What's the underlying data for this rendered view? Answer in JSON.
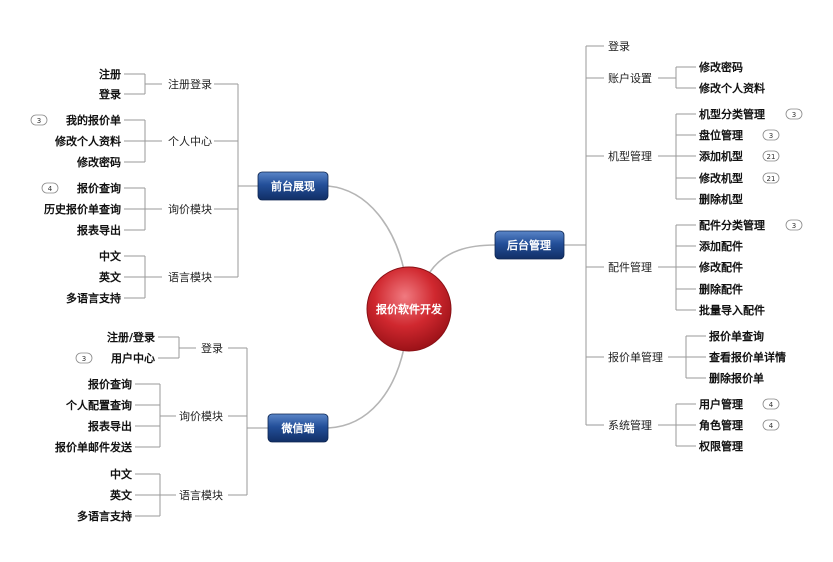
{
  "root": {
    "label": "报价软件开发"
  },
  "branches": {
    "front": {
      "label": "前台展现",
      "groups": [
        {
          "label": "注册登录",
          "items": [
            {
              "label": "注册"
            },
            {
              "label": "登录"
            }
          ]
        },
        {
          "label": "个人中心",
          "items": [
            {
              "label": "我的报价单",
              "badge": "3"
            },
            {
              "label": "修改个人资料"
            },
            {
              "label": "修改密码"
            }
          ]
        },
        {
          "label": "询价模块",
          "items": [
            {
              "label": "报价查询",
              "badge": "4"
            },
            {
              "label": "历史报价单查询"
            },
            {
              "label": "报表导出"
            }
          ]
        },
        {
          "label": "语言模块",
          "items": [
            {
              "label": "中文"
            },
            {
              "label": "英文"
            },
            {
              "label": "多语言支持"
            }
          ]
        }
      ]
    },
    "wechat": {
      "label": "微信端",
      "groups": [
        {
          "label": "登录",
          "items": [
            {
              "label": "注册/登录"
            },
            {
              "label": "用户中心",
              "badge": "3"
            }
          ]
        },
        {
          "label": "询价模块",
          "items": [
            {
              "label": "报价查询"
            },
            {
              "label": "个人配置查询"
            },
            {
              "label": "报表导出"
            },
            {
              "label": "报价单邮件发送"
            }
          ]
        },
        {
          "label": "语言模块",
          "items": [
            {
              "label": "中文"
            },
            {
              "label": "英文"
            },
            {
              "label": "多语言支持"
            }
          ]
        }
      ]
    },
    "backend": {
      "label": "后台管理",
      "groups": [
        {
          "label": "登录",
          "items": []
        },
        {
          "label": "账户设置",
          "items": [
            {
              "label": "修改密码"
            },
            {
              "label": "修改个人资料"
            }
          ]
        },
        {
          "label": "机型管理",
          "items": [
            {
              "label": "机型分类管理",
              "badge": "3"
            },
            {
              "label": "盘位管理",
              "badge": "3"
            },
            {
              "label": "添加机型",
              "badge": "21"
            },
            {
              "label": "修改机型",
              "badge": "21"
            },
            {
              "label": "删除机型"
            }
          ]
        },
        {
          "label": "配件管理",
          "items": [
            {
              "label": "配件分类管理",
              "badge": "3"
            },
            {
              "label": "添加配件"
            },
            {
              "label": "修改配件"
            },
            {
              "label": "删除配件"
            },
            {
              "label": "批量导入配件"
            }
          ]
        },
        {
          "label": "报价单管理",
          "items": [
            {
              "label": "报价单查询"
            },
            {
              "label": "查看报价单详情"
            },
            {
              "label": "删除报价单"
            }
          ]
        },
        {
          "label": "系统管理",
          "items": [
            {
              "label": "用户管理",
              "badge": "4"
            },
            {
              "label": "角色管理",
              "badge": "4"
            },
            {
              "label": "权限管理"
            }
          ]
        }
      ]
    }
  },
  "colors": {
    "root_fill": "#c8202a",
    "main_fill": "#1f4a94",
    "line": "#9a9a9a"
  }
}
